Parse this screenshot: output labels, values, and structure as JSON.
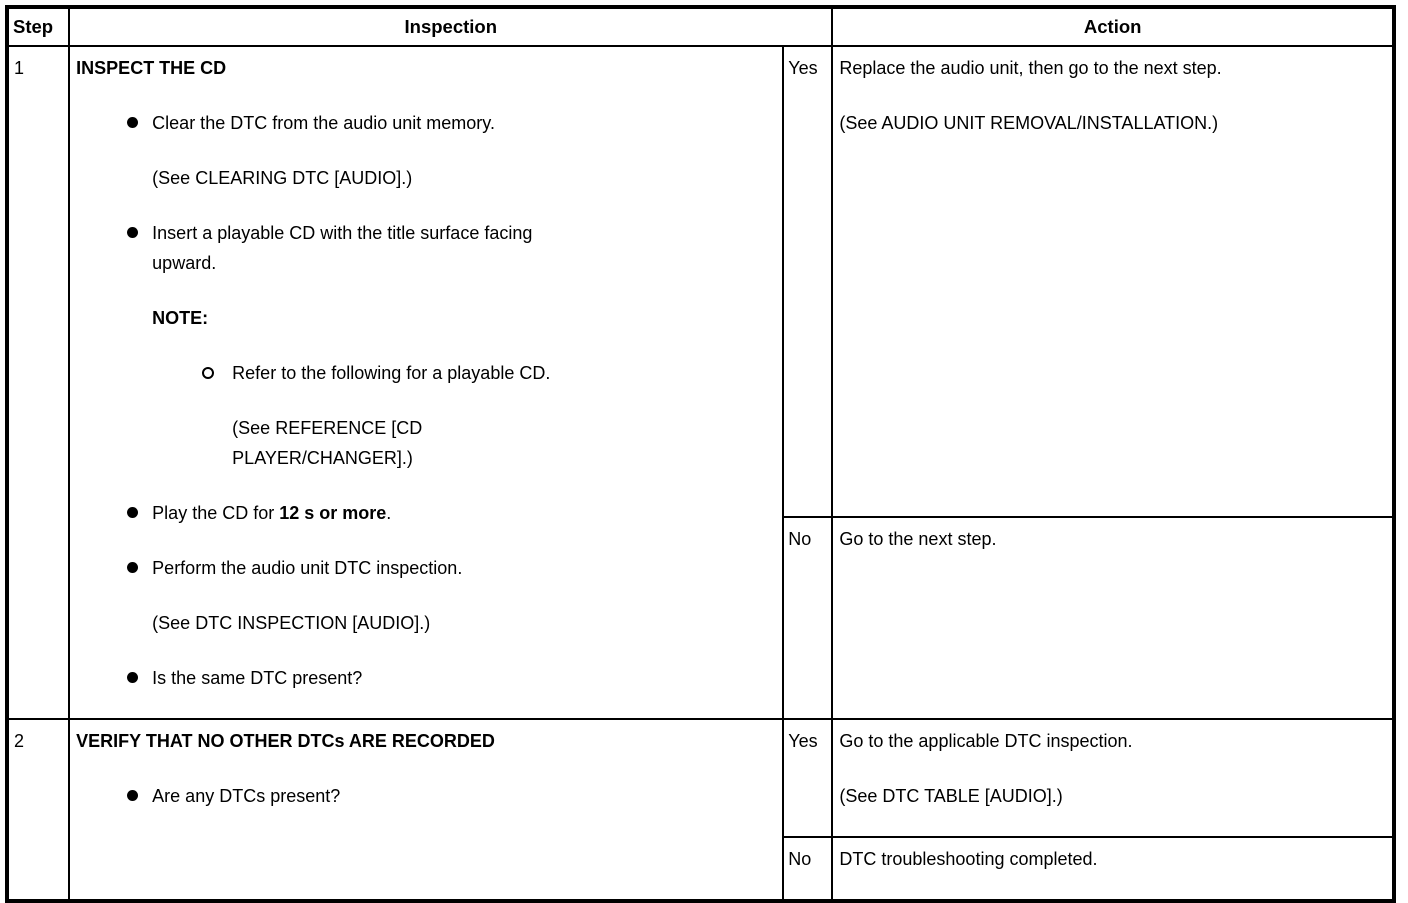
{
  "header": {
    "step": "Step",
    "inspection": "Inspection",
    "action": "Action"
  },
  "steps": [
    {
      "number": "1",
      "inspection": {
        "title": "INSPECT THE CD",
        "clear": "Clear the DTC from the audio unit memory.",
        "see_clearing": "(See CLEARING DTC [AUDIO].)",
        "insert_line1": "Insert a playable CD with the title surface facing",
        "insert_line2": "upward.",
        "note_label": "NOTE:",
        "refer": "Refer to the following for a playable CD.",
        "see_reference_line1": "(See REFERENCE [CD",
        "see_reference_line2": "PLAYER/CHANGER].)",
        "play_prefix": "Play the CD for ",
        "play_bold": "12 s or more",
        "play_suffix": ".",
        "perform": "Perform the audio unit DTC inspection.",
        "see_dtc_inspection": "(See DTC INSPECTION [AUDIO].)",
        "same_dtc": "Is the same DTC present?"
      },
      "yes": {
        "label": "Yes",
        "line1": "Replace the audio unit, then go to the next step.",
        "line2": "(See AUDIO UNIT REMOVAL/INSTALLATION.)"
      },
      "no": {
        "label": "No",
        "line1": "Go to the next step."
      }
    },
    {
      "number": "2",
      "inspection": {
        "title": "VERIFY THAT NO OTHER DTCs ARE RECORDED",
        "any_dtcs": "Are any DTCs present?"
      },
      "yes": {
        "label": "Yes",
        "line1": "Go to the applicable DTC inspection.",
        "line2": "(See DTC TABLE [AUDIO].)"
      },
      "no": {
        "label": "No",
        "line1": "DTC troubleshooting completed."
      }
    }
  ]
}
